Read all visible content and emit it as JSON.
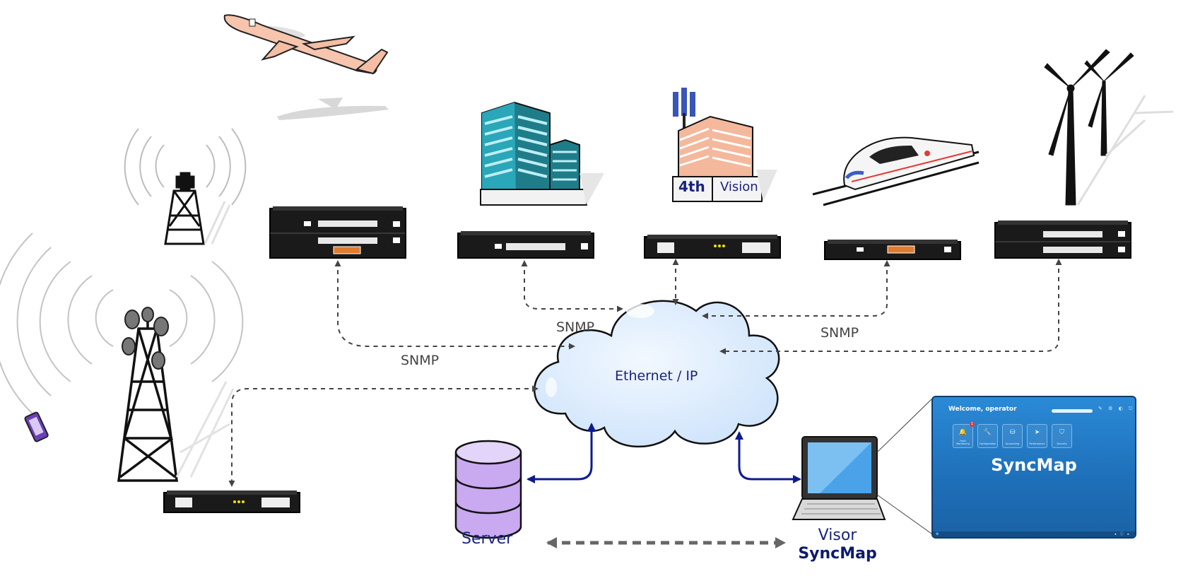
{
  "labels": {
    "snmp": "SNMP",
    "cloud": "Ethernet / IP",
    "server": "Server",
    "visor": "Visor",
    "visor_brand": "SyncMap",
    "building_4th": "4th",
    "building_vision": "Vision"
  },
  "screenshot": {
    "welcome": "Welcome, operator",
    "brand": "SyncMap",
    "tiles": [
      {
        "label": "Fault Monitoring",
        "icon": "bell-icon",
        "glyph": "🔔",
        "badge": "1"
      },
      {
        "label": "Configuration",
        "icon": "wrench-icon",
        "glyph": "🔧"
      },
      {
        "label": "Accounting",
        "icon": "database-icon",
        "glyph": "⛁"
      },
      {
        "label": "Performance",
        "icon": "send-icon",
        "glyph": "➤"
      },
      {
        "label": "Security",
        "icon": "shield-icon",
        "glyph": "⛉"
      }
    ],
    "taskbar_left": "⚙",
    "taskbar_right": "◂ ⓘ ▸"
  },
  "colors": {
    "link_dashed": "#444444",
    "link_solid": "#0d1b8e",
    "cloud_fill": "#d6eaff",
    "server_fill": "#c9a9f0",
    "panel_blue": "#1e6fb8"
  }
}
